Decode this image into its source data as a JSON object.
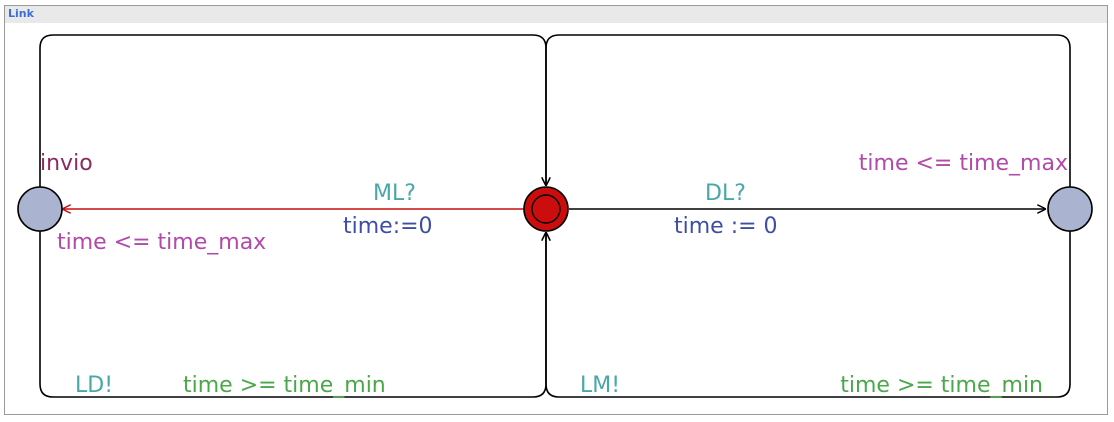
{
  "template": {
    "name": "Link"
  },
  "colors": {
    "location_name": "#8b2a5f",
    "invariant": "#b14aa8",
    "sync": "#4aa7a7",
    "update": "#3e4fa3",
    "guard": "#4aa84a",
    "location_fill": "#aab4d0",
    "initial_fill": "#cc0d0d",
    "highlight_edge": "#cc0d0d"
  },
  "locations": {
    "left": {
      "name": "invio",
      "invariant": "time <= time_max"
    },
    "center": {
      "name": ""
    },
    "right": {
      "name": "",
      "invariant": "time <= time_max"
    }
  },
  "edges": {
    "center_to_left": {
      "sync": "ML?",
      "update": "time:=0"
    },
    "center_to_right": {
      "sync": "DL?",
      "update": "time := 0"
    },
    "left_to_center": {
      "sync": "LD!",
      "guard": "time >= time_min"
    },
    "right_to_center": {
      "sync": "LM!",
      "guard": "time >= time_min"
    }
  }
}
